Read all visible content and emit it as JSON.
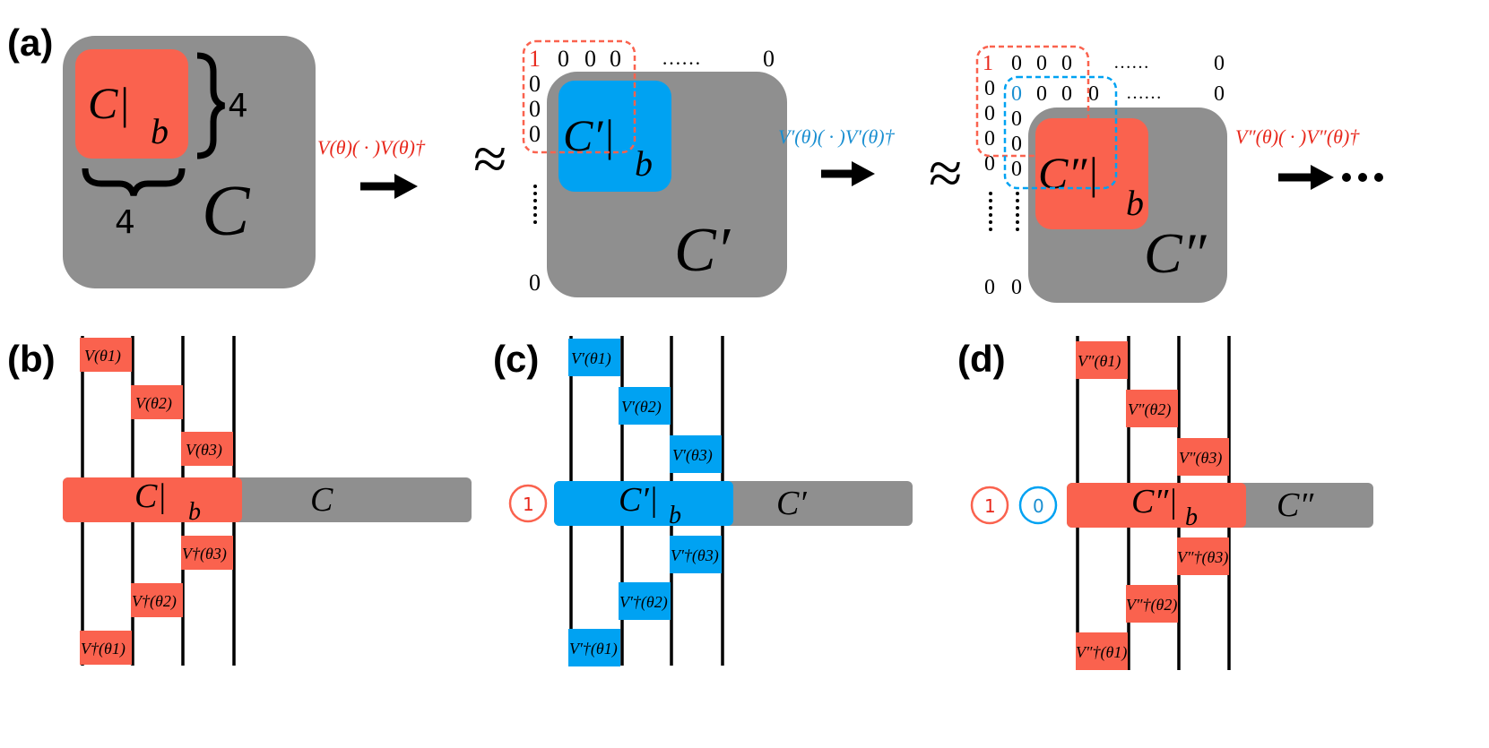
{
  "colors": {
    "red": "#fa624e",
    "blue": "#00a2f2",
    "gray": "#8f8f8f",
    "red_text": "#e8281c",
    "blue_text": "#1a8fd1",
    "black": "#000000"
  },
  "panels": {
    "a": "(a)",
    "b": "(b)",
    "c": "(c)",
    "d": "(d)"
  },
  "panel_a": {
    "block1": {
      "C_sub_b": "C|",
      "sub": "b",
      "C": "C",
      "dim_right": "4",
      "dim_bottom": "4"
    },
    "arrow1_label": "V(θ)( · )V(θ)†",
    "approx": "≈",
    "block2": {
      "C_sub_b": "C′|",
      "sub": "b",
      "C": "C′",
      "row0": [
        "1",
        "0",
        "0",
        "0"
      ],
      "row0_dots": "……",
      "row0_end": "0",
      "col_zeros": [
        "0",
        "0",
        "0"
      ],
      "bottom_zero": "0"
    },
    "arrow2_label": "V′(θ)( · )V′(θ)†",
    "block3": {
      "C_sub_b": "C″|",
      "sub": "b",
      "C": "C″",
      "row0": [
        "1",
        "0",
        "0",
        "0"
      ],
      "row0_dots": "……",
      "row0_end": "0",
      "row1": [
        "0",
        "0",
        "0",
        "0"
      ],
      "row1_dots": "……",
      "row1_end": "0",
      "col0_zeros": [
        "0",
        "0",
        "0",
        "0"
      ],
      "col1_zeros": [
        "0",
        "0",
        "0"
      ],
      "bottom_zeros": [
        "0",
        "0"
      ]
    },
    "arrow3_label": "V″(θ)( · )V″(θ)†",
    "ellipsis": "• • •"
  },
  "panel_b": {
    "gates_top": [
      "V(θ1)",
      "V(θ2)",
      "V(θ3)"
    ],
    "gates_bottom": [
      "V†(θ3)",
      "V†(θ2)",
      "V†(θ1)"
    ],
    "bar_left": "C|",
    "bar_sub": "b",
    "bar_right": "C"
  },
  "panel_c": {
    "gates_top": [
      "V′(θ1)",
      "V′(θ2)",
      "V′(θ3)"
    ],
    "gates_bottom": [
      "V′†(θ3)",
      "V′†(θ2)",
      "V′†(θ1)"
    ],
    "bar_left": "C′|",
    "bar_sub": "b",
    "bar_right": "C′",
    "circles": [
      "1"
    ]
  },
  "panel_d": {
    "gates_top": [
      "V″(θ1)",
      "V″(θ2)",
      "V″(θ3)"
    ],
    "gates_bottom": [
      "V″†(θ3)",
      "V″†(θ2)",
      "V″†(θ1)"
    ],
    "bar_left": "C″|",
    "bar_sub": "b",
    "bar_right": "C″",
    "circles": [
      "1",
      "0"
    ]
  }
}
